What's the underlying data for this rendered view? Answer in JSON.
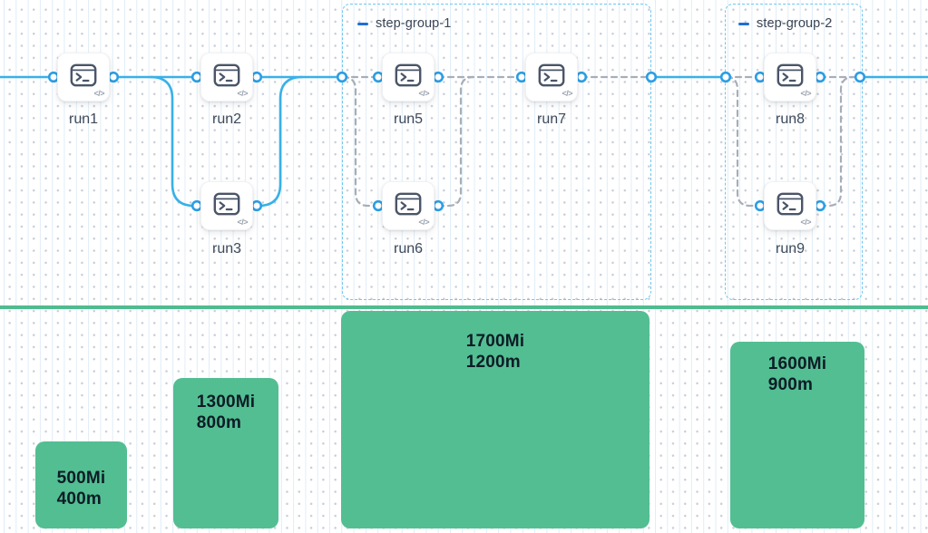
{
  "pipeline": {
    "nodes": [
      {
        "label": "run1"
      },
      {
        "label": "run2"
      },
      {
        "label": "run3"
      },
      {
        "label": "run5"
      },
      {
        "label": "run6"
      },
      {
        "label": "run7"
      },
      {
        "label": "run8"
      },
      {
        "label": "run9"
      }
    ],
    "groups": [
      {
        "label": "step-group-1"
      },
      {
        "label": "step-group-2"
      }
    ],
    "node_icon": "terminal-icon",
    "code_badge": "</>"
  },
  "resources": {
    "bars": [
      {
        "memory": "500Mi",
        "cpu": "400m"
      },
      {
        "memory": "1300Mi",
        "cpu": "800m"
      },
      {
        "memory": "1700Mi",
        "cpu": "1200m"
      },
      {
        "memory": "1600Mi",
        "cpu": "900m"
      }
    ]
  },
  "chart_data": {
    "type": "bar",
    "series": [
      {
        "name": "memory_Mi",
        "values": [
          500,
          1300,
          1700,
          1600
        ]
      },
      {
        "name": "cpu_m",
        "values": [
          400,
          800,
          1200,
          900
        ]
      }
    ],
    "data_labels": [
      "500Mi 400m",
      "1300Mi 800m",
      "1700Mi 1200m",
      "1600Mi 900m"
    ],
    "bar_color": "#53be92"
  },
  "colors": {
    "edge_blue": "#38b1e8",
    "port_ring_blue": "#2b9ee4",
    "edge_dash_gray": "#a8aeb8",
    "group_border_blue": "#6ec7f0",
    "group_dash_icon_blue": "#1d6fd6",
    "label_slate": "#3e4a5b",
    "green": "#53be92",
    "bar_text": "#0d1c26"
  }
}
